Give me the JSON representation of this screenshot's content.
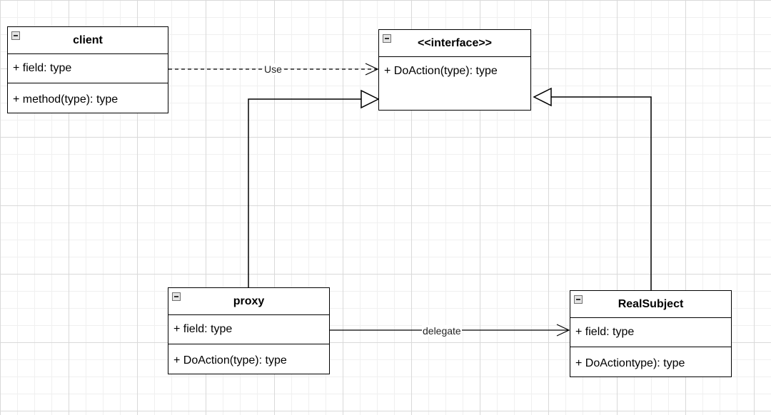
{
  "classes": {
    "client": {
      "name": "client",
      "fields": [
        "+ field: type"
      ],
      "methods": [
        "+ method(type): type"
      ]
    },
    "interface": {
      "name": "<<interface>>",
      "methods": [
        "+ DoAction(type): type"
      ]
    },
    "proxy": {
      "name": "proxy",
      "fields": [
        "+ field: type"
      ],
      "methods": [
        "+ DoAction(type): type"
      ]
    },
    "real_subject": {
      "name": "RealSubject",
      "fields": [
        "+ field: type"
      ],
      "methods": [
        "+ DoActiontype): type"
      ]
    }
  },
  "relations": {
    "use": {
      "label": "Use",
      "from": "client",
      "to": "<<interface>>",
      "kind": "dependency"
    },
    "delegate": {
      "label": "delegate",
      "from": "proxy",
      "to": "RealSubject",
      "kind": "association"
    },
    "proxy_realizes": {
      "from": "proxy",
      "to": "<<interface>>",
      "kind": "generalization"
    },
    "real_realizes": {
      "from": "RealSubject",
      "to": "<<interface>>",
      "kind": "generalization"
    }
  },
  "icons": {
    "collapse": "collapse-toggle-icon"
  }
}
